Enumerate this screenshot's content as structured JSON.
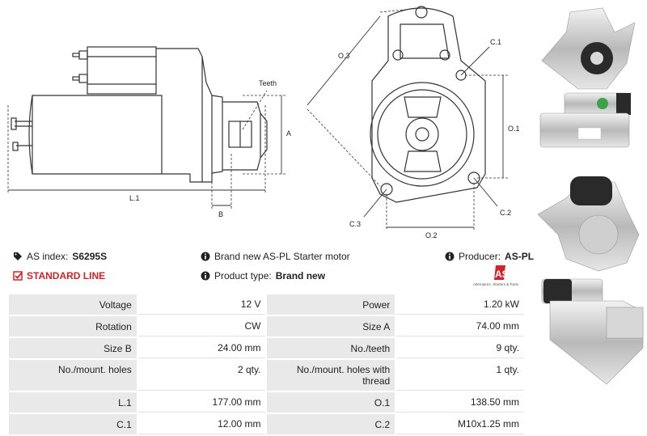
{
  "drawing": {
    "labels": {
      "teeth": "Teeth",
      "a": "A",
      "l1": "L.1",
      "b": "B",
      "o3": "O.3",
      "o1": "O.1",
      "o2": "O.2",
      "c1": "C.1",
      "c2": "C.2",
      "c3": "C.3"
    }
  },
  "info": {
    "as_index_label": "AS index:",
    "as_index_value": "S6295S",
    "standard_line": "STANDARD LINE",
    "description": "Brand new AS-PL Starter motor",
    "product_type_label": "Product type:",
    "product_type_value": "Brand new",
    "producer_label": "Producer:",
    "producer_value": "AS-PL",
    "logo_text": "AS",
    "logo_tagline": "Alternators, Starters & Parts"
  },
  "colors": {
    "accent": "#d2232a",
    "key_bg": "#e9e9e9"
  },
  "specs": [
    {
      "k1": "Voltage",
      "v1": "12 V",
      "k2": "Power",
      "v2": "1.20 kW"
    },
    {
      "k1": "Rotation",
      "v1": "CW",
      "k2": "Size A",
      "v2": "74.00 mm"
    },
    {
      "k1": "Size B",
      "v1": "24.00 mm",
      "k2": "No./teeth",
      "v2": "9 qty."
    },
    {
      "k1": "No./mount. holes",
      "v1": "2 qty.",
      "k2": "No./mount. holes with thread",
      "v2": "1 qty."
    },
    {
      "k1": "L.1",
      "v1": "177.00 mm",
      "k2": "O.1",
      "v2": "138.50 mm"
    },
    {
      "k1": "C.1",
      "v1": "12.00 mm",
      "k2": "C.2",
      "v2": "M10x1.25 mm"
    }
  ]
}
